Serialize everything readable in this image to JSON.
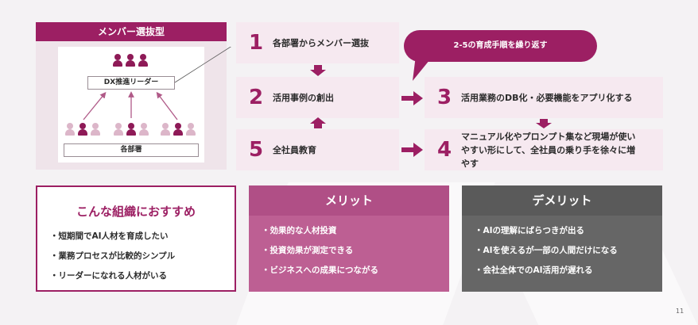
{
  "diagram": {
    "title": "メンバー選抜型",
    "dx_leader": "DX推進リーダー",
    "departments": "各部署"
  },
  "steps": [
    {
      "num": "1",
      "text": "各部署からメンバー選抜"
    },
    {
      "num": "2",
      "text": "活用事例の創出"
    },
    {
      "num": "5",
      "text": "全社員教育"
    },
    {
      "num": "3",
      "text": "活用業務のDB化・必要機能をアプリ化する"
    },
    {
      "num": "4",
      "text": "マニュアル化やプロンプト集など現場が使いやすい形にして、全社員の乗り手を徐々に増やす"
    }
  ],
  "loop_bubble": "2-5の育成手順を繰り返す",
  "recommend": {
    "title": "こんな組織におすすめ",
    "items": [
      "・短期間でAI人材を育成したい",
      "・業務プロセスが比較的シンプル",
      "・リーダーになれる人材がいる"
    ]
  },
  "merit": {
    "title": "メリット",
    "items": [
      "・効果的な人材投資",
      "・投資効果が測定できる",
      "・ビジネスへの成果につながる"
    ]
  },
  "demerit": {
    "title": "デメリット",
    "items": [
      "・AIの理解にばらつきが出る",
      "・AIを使えるが一部の人間だけになる",
      "・会社全体でのAI活用が遅れる"
    ]
  },
  "page_number": "11",
  "colors": {
    "accent": "#9c1f63",
    "merit_bg": "#bd5f93",
    "demerit_bg": "#5e5e5e"
  }
}
